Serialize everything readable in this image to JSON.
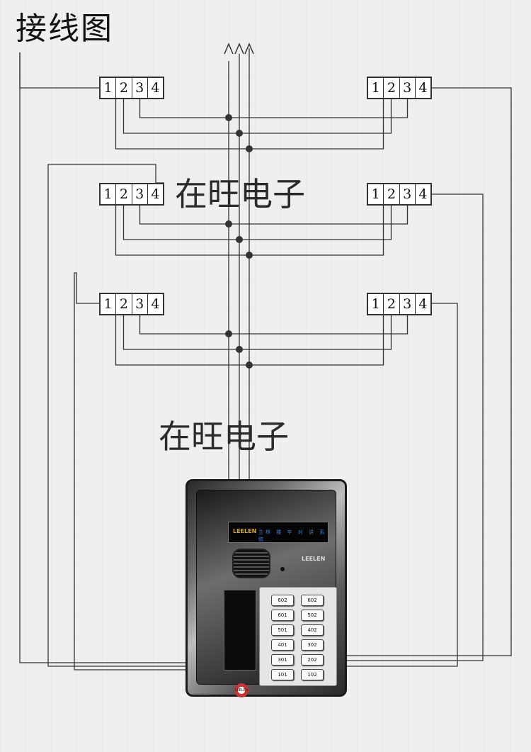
{
  "title": "接线图",
  "watermarks": [
    "在旺电子",
    "在旺电子"
  ],
  "terminal_labels": [
    "1",
    "2",
    "3",
    "4"
  ],
  "terminal_blocks": [
    {
      "id": "left-1"
    },
    {
      "id": "right-1"
    },
    {
      "id": "left-2"
    },
    {
      "id": "right-2"
    },
    {
      "id": "left-3"
    },
    {
      "id": "right-3"
    }
  ],
  "panel": {
    "brand": "LEELEN",
    "display_text": "立林 楼 宇 对 讲 系 统",
    "keys": [
      [
        "602",
        "602"
      ],
      [
        "601",
        "502"
      ],
      [
        "501",
        "402"
      ],
      [
        "401",
        "302"
      ],
      [
        "301",
        "202"
      ],
      [
        "101",
        "102"
      ]
    ],
    "logo_text": "LEELEN"
  },
  "colors": {
    "wire": "#333333",
    "node": "#333333",
    "panel_dark": "#1b1b1b"
  }
}
